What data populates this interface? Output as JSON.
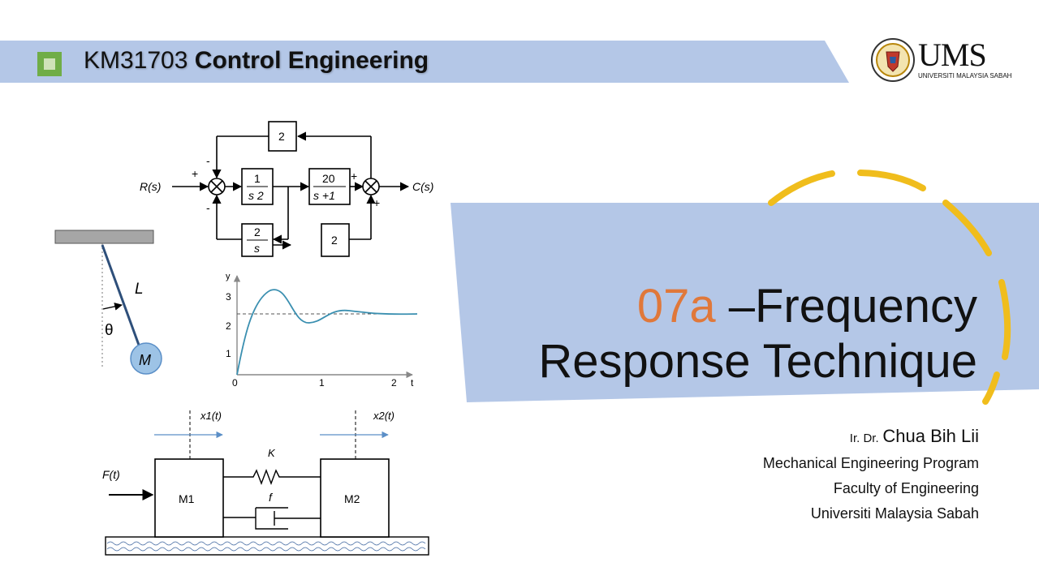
{
  "header": {
    "course_code": "KM31703",
    "course_name": "Control Engineering",
    "logo_text": "UMS",
    "logo_subtitle": "UNIVERSITI MALAYSIA SABAH"
  },
  "title": {
    "number": "07a",
    "line1_rest": " –Frequency",
    "line2": "Response Technique"
  },
  "author": {
    "prefix": "Ir. Dr.",
    "name": "Chua Bih Lii",
    "affiliations": [
      "Mechanical Engineering Program",
      "Faculty of Engineering",
      "Universiti Malaysia Sabah"
    ]
  },
  "block_diagram": {
    "input": "R(s)",
    "output": "C(s)",
    "feedback_gain_top": "2",
    "forward_block_num": "1",
    "forward_block_den": "s 2",
    "forward_block2_num": "20",
    "forward_block2_den": "s +1",
    "lower_block_num": "2",
    "lower_block_den": "s",
    "lower_gain": "2",
    "signs": [
      "+",
      "-",
      "-",
      "+",
      "+"
    ]
  },
  "pendulum": {
    "length_label": "L",
    "angle_label": "θ",
    "mass_label": "M"
  },
  "step_plot": {
    "y_axis_label": "y",
    "x_axis_label": "t",
    "y_ticks": [
      "1",
      "2",
      "3"
    ],
    "x_ticks": [
      "0",
      "1",
      "2"
    ]
  },
  "mass_spring": {
    "force_label": "F(t)",
    "x1_label": "x1(t)",
    "x2_label": "x2(t)",
    "spring_label": "K",
    "damper_label": "f",
    "mass1_label": "M1",
    "mass2_label": "M2"
  },
  "colors": {
    "band": "#b4c7e7",
    "accent_green": "#70ad47",
    "title_number": "#e0783a",
    "dashes": "#f0bd1c",
    "response_curve": "#3a8fb0"
  }
}
